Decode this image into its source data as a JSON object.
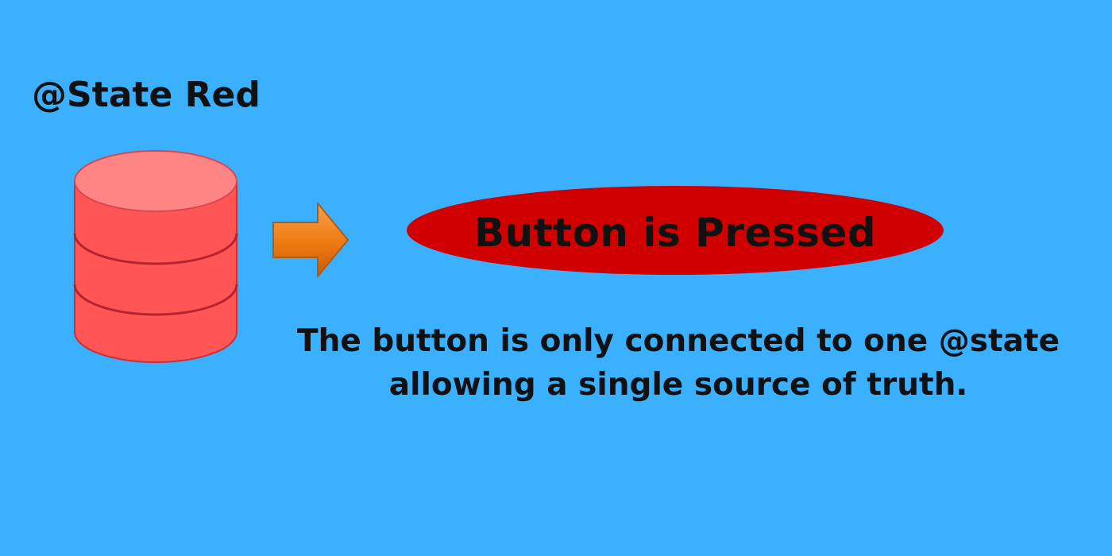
{
  "diagram": {
    "state_label": "@State Red",
    "button_label": "Button is Pressed",
    "caption": {
      "line1": "The button is only connected to one @state",
      "line2": "allowing a single source of truth."
    },
    "icons": {
      "database": "database-icon",
      "arrow": "arrow-right-icon"
    },
    "colors": {
      "background": "#3AB0FF",
      "database_body": "#FF5555",
      "database_top": "#FF8484",
      "database_lines": "#B3262E",
      "arrow": "#F07A10",
      "button": "#D00000",
      "text": "#111111"
    }
  }
}
